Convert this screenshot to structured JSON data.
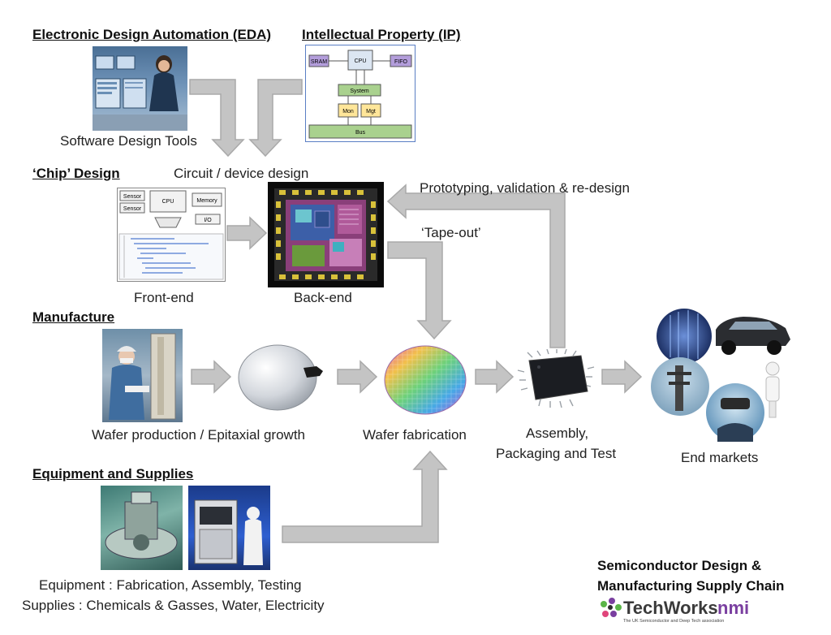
{
  "headings": {
    "eda": "Electronic Design Automation (EDA)",
    "ip": "Intellectual Property (IP)",
    "chip_design": "‘Chip’ Design",
    "manufacture": "Manufacture",
    "equipment_supplies": "Equipment and Supplies"
  },
  "labels": {
    "software_tools": "Software Design Tools",
    "circuit_design": "Circuit / device design",
    "prototyping": "Prototyping, validation & re-design",
    "tape_out": "‘Tape-out’",
    "front_end": "Front-end",
    "back_end": "Back-end",
    "wafer_production": "Wafer production / Epitaxial growth",
    "wafer_fabrication": "Wafer fabrication",
    "assembly_line1": "Assembly,",
    "assembly_line2": "Packaging and Test",
    "end_markets": "End markets",
    "equipment_line": "Equipment : Fabrication, Assembly, Testing",
    "supplies_line": "Supplies : Chemicals & Gasses, Water, Electricity"
  },
  "ip_block": {
    "sram": "SRAM",
    "cpu": "CPU",
    "fifo": "FIFO",
    "system": "System",
    "mon": "Mon",
    "mgt": "Mgt",
    "bus": "Bus"
  },
  "front_end_block": {
    "sensor1": "Sensor",
    "sensor2": "Sensor",
    "cpu": "CPU",
    "memory": "Memory",
    "io": "I/O"
  },
  "title": {
    "line1": "Semiconductor Design &",
    "line2": "Manufacturing Supply Chain"
  },
  "logo": {
    "name": "TechWorks",
    "suffix": "nmi",
    "tagline": "The UK Semiconductor and Deep Tech association"
  },
  "colors": {
    "arrow_fill": "#c4c4c4",
    "ip_sram": "#b39ddb",
    "ip_cpu": "#dce6f2",
    "ip_system": "#a9d18e",
    "ip_mon": "#ffe699",
    "ip_bus": "#a9d18e",
    "logo_green": "#5bb548",
    "logo_purple": "#7a3fa0"
  }
}
